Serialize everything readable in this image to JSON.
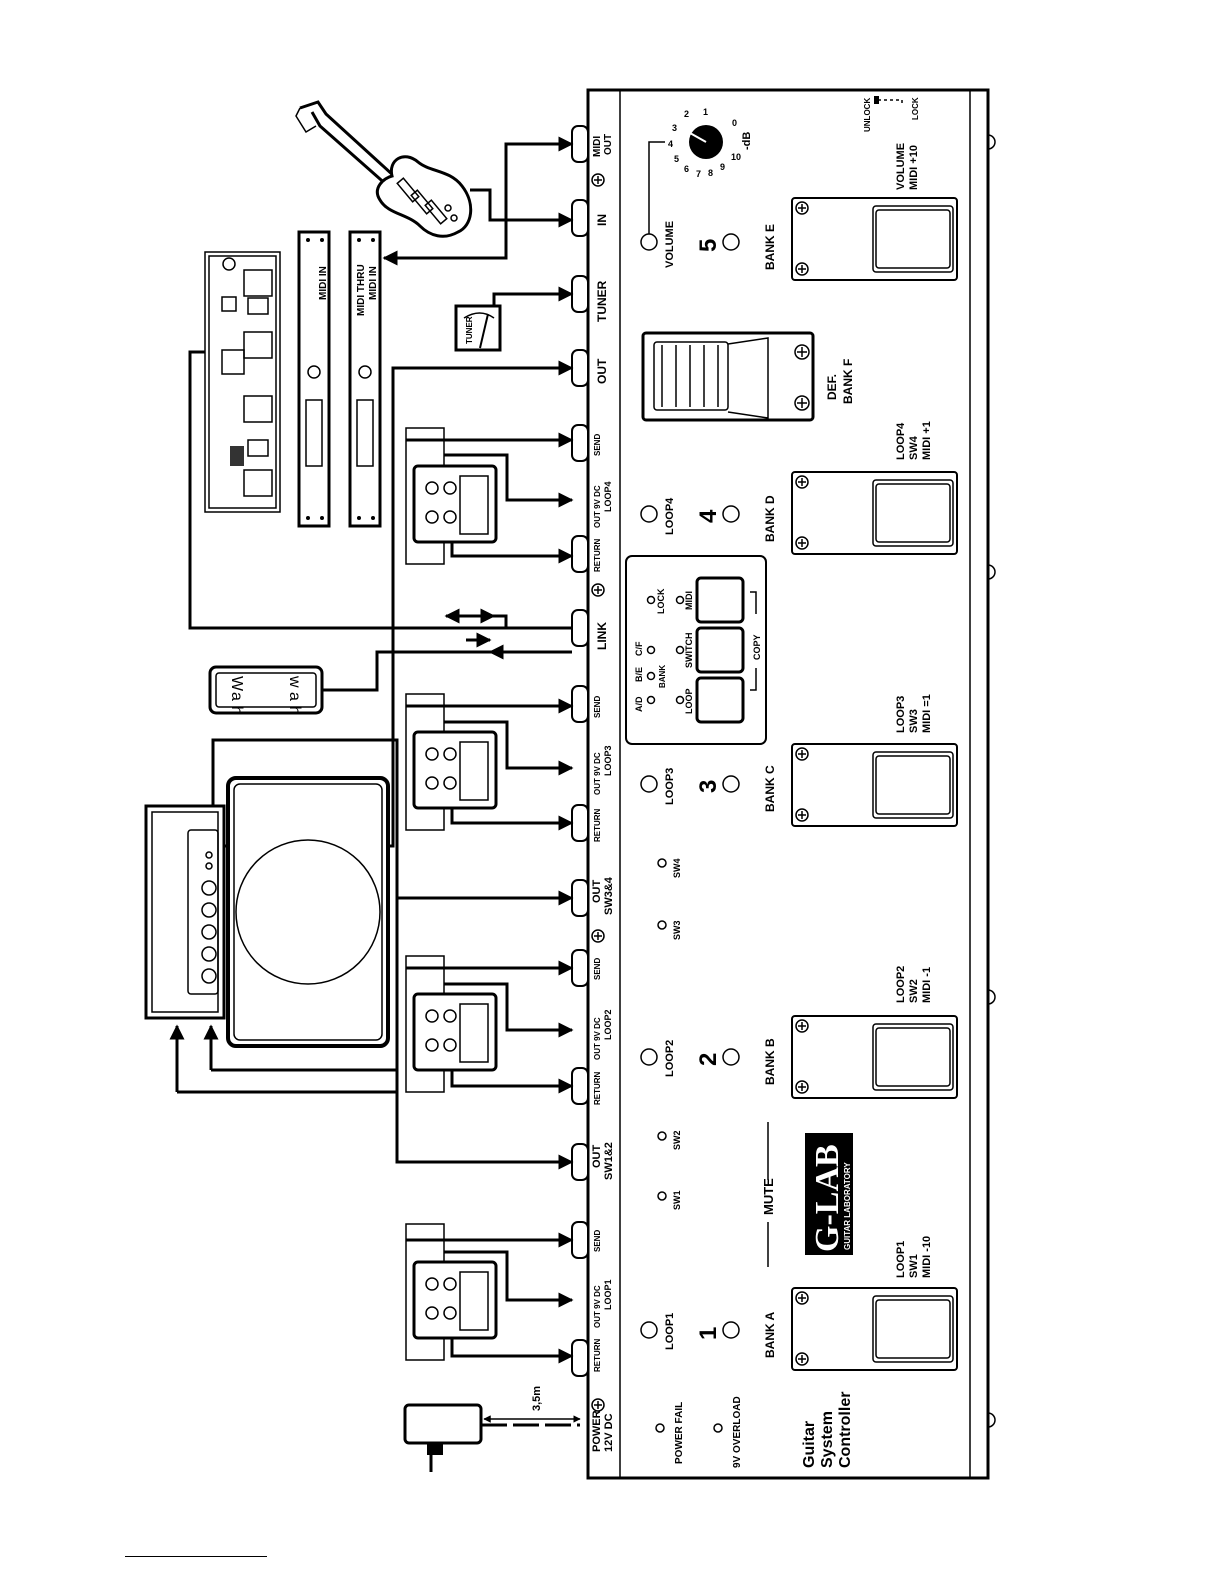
{
  "controller": {
    "title_line1": "Guitar",
    "title_line2": "System",
    "title_line3": "Controller",
    "brand": "G-LAB",
    "brand_sub": "GUITAR LABORATORY",
    "mute_label": "MUTE",
    "copy_label": "COPY",
    "volume_label": "VOLUME",
    "volume_footswitch_label1": "VOLUME",
    "volume_footswitch_label2": "MIDI +10",
    "unlock_label": "UNLOCK",
    "lock_slider_label": "LOCK",
    "db_label": "-dB",
    "knob_ticks": [
      "0",
      "1",
      "2",
      "3",
      "4",
      "5",
      "6",
      "7",
      "8",
      "9",
      "10"
    ],
    "def_bank_label1": "DEF.",
    "def_bank_label2": "BANK F",
    "leds": {
      "power_fail": "POWER FAIL",
      "overload": "9V OVERLOAD",
      "sw1": "SW1",
      "sw2": "SW2",
      "sw3": "SW3",
      "sw4": "SW4"
    },
    "panel_buttons": {
      "led_ad": "A/D",
      "led_be": "B/E",
      "led_cf": "C/F",
      "led_bank": "BANK",
      "led_lock": "LOCK",
      "btn_loop": "LOOP",
      "btn_switch": "SWITCH",
      "btn_midi": "MIDI"
    },
    "jacks": {
      "power_line1": "POWER",
      "power_line2": "12V DC",
      "return": "RETURN",
      "out9v": "OUT 9V DC",
      "send": "SEND",
      "loop1": "LOOP1",
      "loop2": "LOOP2",
      "loop3": "LOOP3",
      "loop4": "LOOP4",
      "out_sw12_line1": "OUT",
      "out_sw12_line2": "SW1&2",
      "out_sw34_line1": "OUT",
      "out_sw34_line2": "SW3&4",
      "link": "LINK",
      "out": "OUT",
      "tuner": "TUNER",
      "in": "IN",
      "midi_out_line1": "MIDI",
      "midi_out_line2": "OUT"
    },
    "loops": [
      {
        "led": "LOOP1",
        "number": "1",
        "bank": "BANK A",
        "fs1": "LOOP1",
        "fs2": "SW1",
        "fs3": "MIDI -10"
      },
      {
        "led": "LOOP2",
        "number": "2",
        "bank": "BANK B",
        "fs1": "LOOP2",
        "fs2": "SW2",
        "fs3": "MIDI -1"
      },
      {
        "led": "LOOP3",
        "number": "3",
        "bank": "BANK C",
        "fs1": "LOOP3",
        "fs2": "SW3",
        "fs3": "MIDI =1"
      },
      {
        "led": "LOOP4",
        "number": "4",
        "bank": "BANK D",
        "fs1": "LOOP4",
        "fs2": "SW4",
        "fs3": "MIDI +1"
      }
    ],
    "bank_e": {
      "number": "5",
      "bank": "BANK E"
    }
  },
  "external": {
    "cable_length": "3,5m",
    "tuner": "TUNER",
    "wah": [
      "W",
      "a",
      "h",
      "w",
      "a",
      "h"
    ],
    "rack1_label": "MIDI IN",
    "rack2_label1": "MIDI THRU",
    "rack2_label2": "MIDI IN"
  }
}
